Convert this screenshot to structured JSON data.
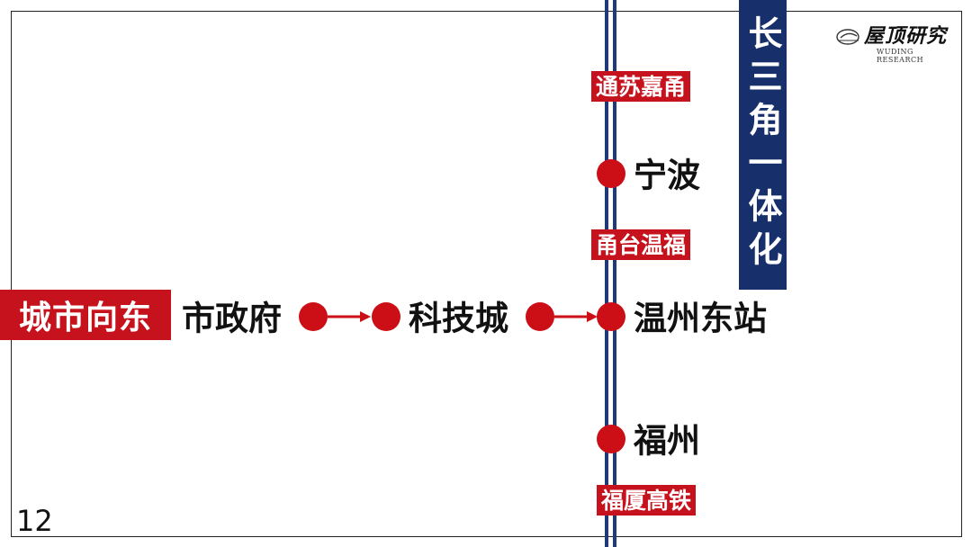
{
  "vertical_banner": "长三角一体化",
  "horizontal_label": "城市向东",
  "page_number": "12",
  "rail_segments": [
    "通苏嘉甬",
    "甬台温福",
    "福厦高铁"
  ],
  "corridor_stations": [
    "宁波",
    "温州东站",
    "福州"
  ],
  "eastward_path": [
    "市政府",
    "科技城",
    "温州东站"
  ],
  "logo": {
    "title": "屋顶研究",
    "subtitle": "WUDING RESEARCH"
  },
  "colors": {
    "red": "#c5121c",
    "navy": "#17306b",
    "rail": "#1f3a78"
  }
}
